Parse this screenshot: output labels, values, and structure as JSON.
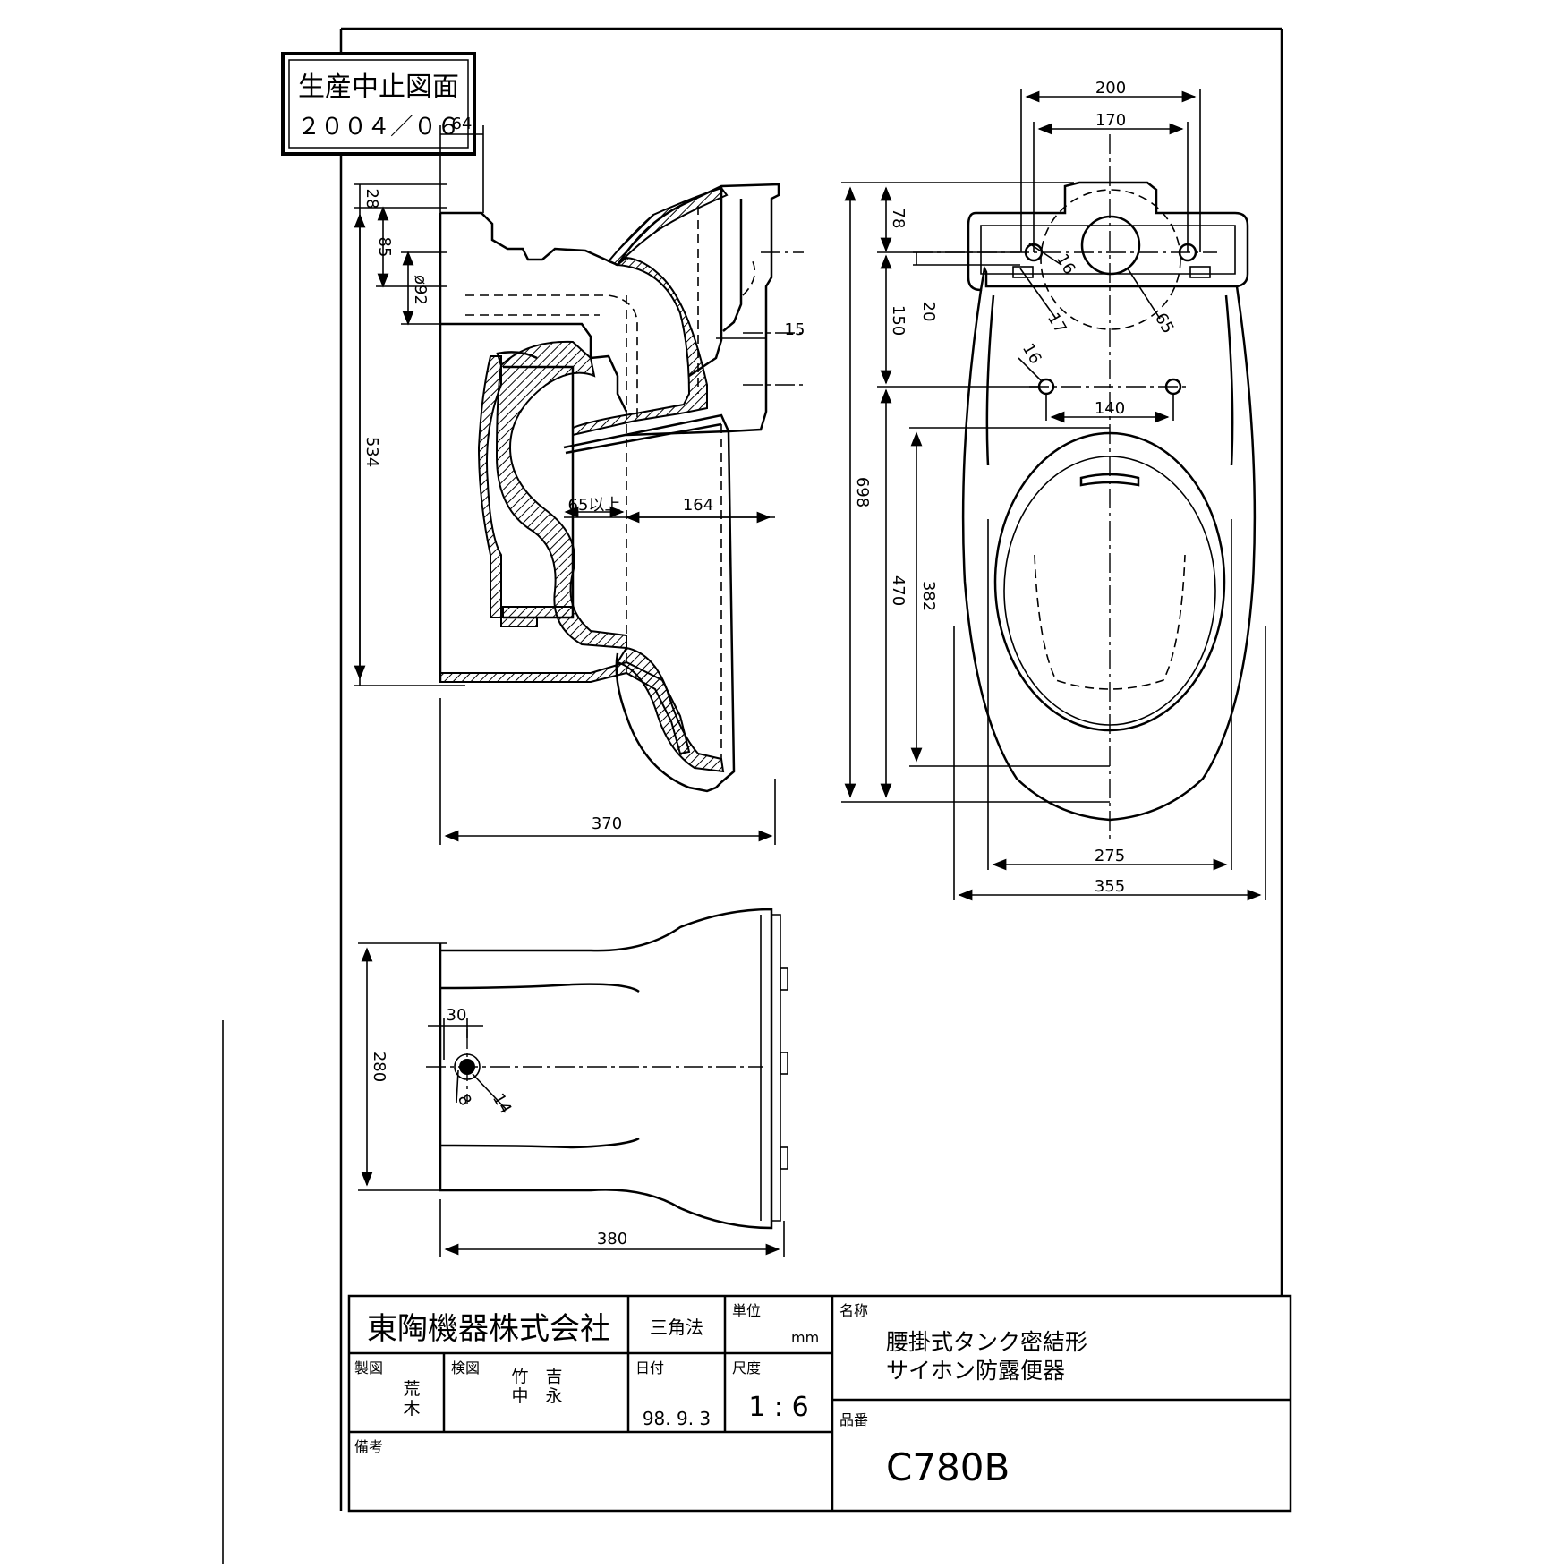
{
  "stamp": {
    "line1": "生産中止図面",
    "line2": "２００４／０６"
  },
  "side_view": {
    "dims": {
      "top_offset": "28",
      "inlet_height": "85",
      "pipe_diameter": "ø92",
      "total_height": "534",
      "min_clearance": "65以上",
      "depth": "164",
      "wall_gap": "15",
      "width": "370",
      "small_left": "64"
    }
  },
  "top_view": {
    "dims": {
      "outer_hole_span": "200",
      "inner_hole_span": "170",
      "tank_depth": "78",
      "hole_16a": "16",
      "hole_17": "17",
      "hole_65": "65",
      "dim_20": "20",
      "dim_150": "150",
      "hole_16b": "16",
      "bolt_span": "140",
      "overall_length": "698",
      "bowl_length": "470",
      "seat_length": "382",
      "seat_width": "275",
      "overall_width": "355"
    }
  },
  "bottom_view": {
    "dims": {
      "edge_offset": "30",
      "height": "280",
      "bolt_8": "8",
      "bolt_14": "14",
      "width": "380"
    }
  },
  "title_block": {
    "company": "東陶機器株式会社",
    "projection": "三角法",
    "unit_label": "単位",
    "unit": "mm",
    "name_label": "名称",
    "name_line1": "腰掛式タンク密結形",
    "name_line2": "サイホン防露便器",
    "drawn_label": "製図",
    "drawn_by_1": "荒",
    "drawn_by_2": "木",
    "checked_label": "検図",
    "checked_by_1": "竹　吉",
    "checked_by_2": "中　永",
    "date_label": "日付",
    "date": "98. 9. 3",
    "scale_label": "尺度",
    "scale": "1 : 6",
    "part_no_label": "品番",
    "part_no": "C780B",
    "remarks_label": "備考"
  }
}
